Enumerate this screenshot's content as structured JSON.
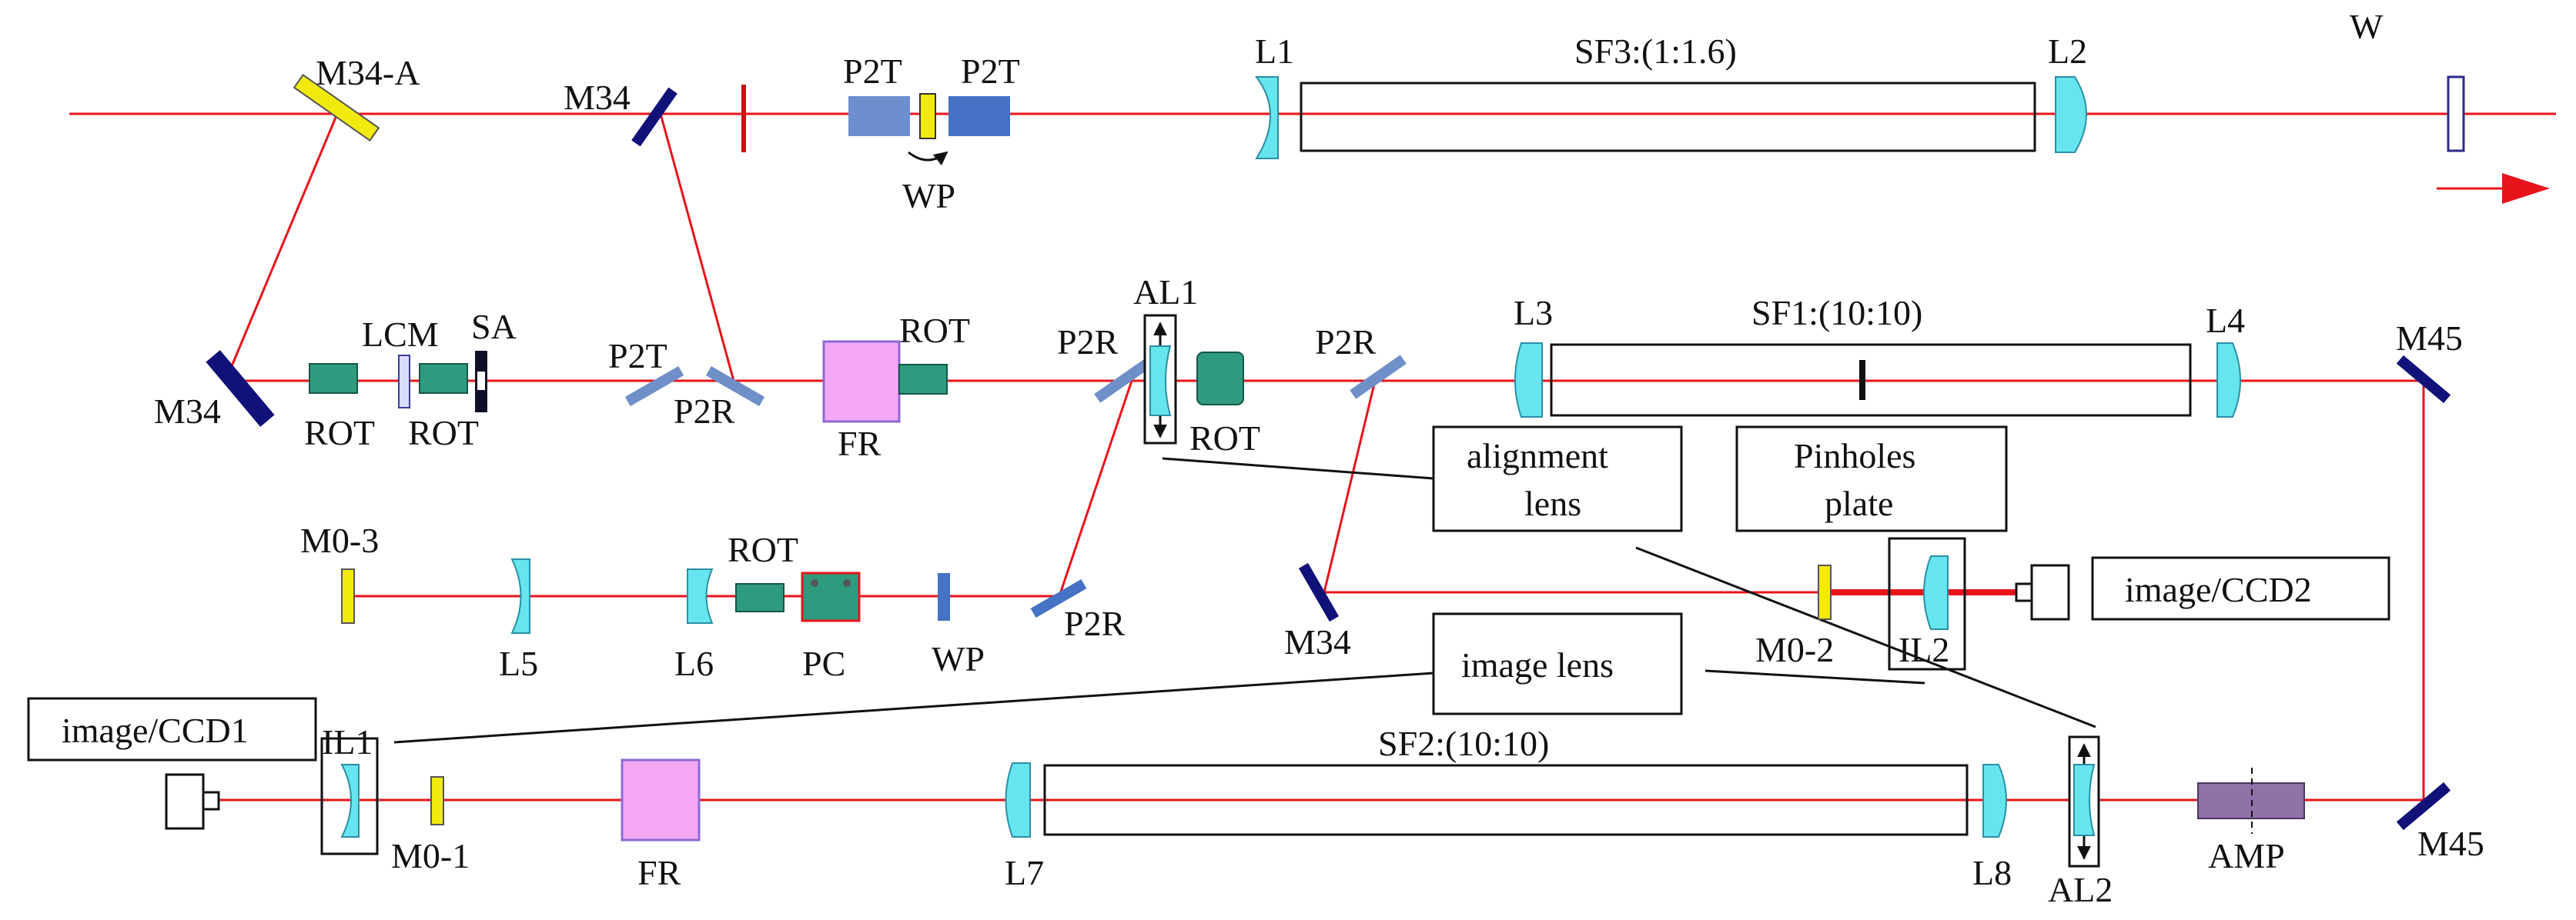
{
  "colors": {
    "beam": "#e8141c",
    "lens": "#67e5ee",
    "lens_stroke": "#2a8fa5",
    "mirror_yellow": "#f2ea0c",
    "mirror_navy": "#11117a",
    "mirror_steel": "#6f8fc8",
    "rot_teal": "#2f9a7e",
    "fr_pink": "#f5a8f5",
    "amp_purple": "#8f72a8",
    "p2t_blue": "#6e8fce",
    "p2t_dark": "#4572c4"
  },
  "labels": {
    "w": "W",
    "m34_a": "M34-A",
    "m34_top": "M34",
    "p2t_1": "P2T",
    "p2t_2": "P2T",
    "wp_top": "WP",
    "l1": "L1",
    "sf3": "SF3:(1:1.6)",
    "l2": "L2",
    "m34_left": "M34",
    "rot_1": "ROT",
    "lcm": "LCM",
    "rot_2": "ROT",
    "sa": "SA",
    "p2t_mid": "P2T",
    "p2r_1": "P2R",
    "fr_top": "FR",
    "rot_3": "ROT",
    "p2r_2": "P2R",
    "al1": "AL1",
    "rot_4": "ROT",
    "p2r_3": "P2R",
    "l3": "L3",
    "sf1": "SF1:(10:10)",
    "l4": "L4",
    "m45_top": "M45",
    "alignment_lens_1": "alignment",
    "alignment_lens_2": "lens",
    "pinholes_plate_1": "Pinholes",
    "pinholes_plate_2": "plate",
    "m0_3": "M0-3",
    "l5": "L5",
    "rot_5": "ROT",
    "l6": "L6",
    "pc": "PC",
    "wp_mid": "WP",
    "p2r_4": "P2R",
    "m34_mid": "M34",
    "m0_2": "M0-2",
    "il2": "IL2",
    "image_ccd2": "image/CCD2",
    "image_lens": "image lens",
    "image_ccd1": "image/CCD1",
    "il1": "IL1",
    "m0_1": "M0-1",
    "fr_bottom": "FR",
    "sf2": "SF2:(10:10)",
    "l7": "L7",
    "l8": "L8",
    "al2": "AL2",
    "amp": "AMP",
    "m45_bottom": "M45"
  }
}
